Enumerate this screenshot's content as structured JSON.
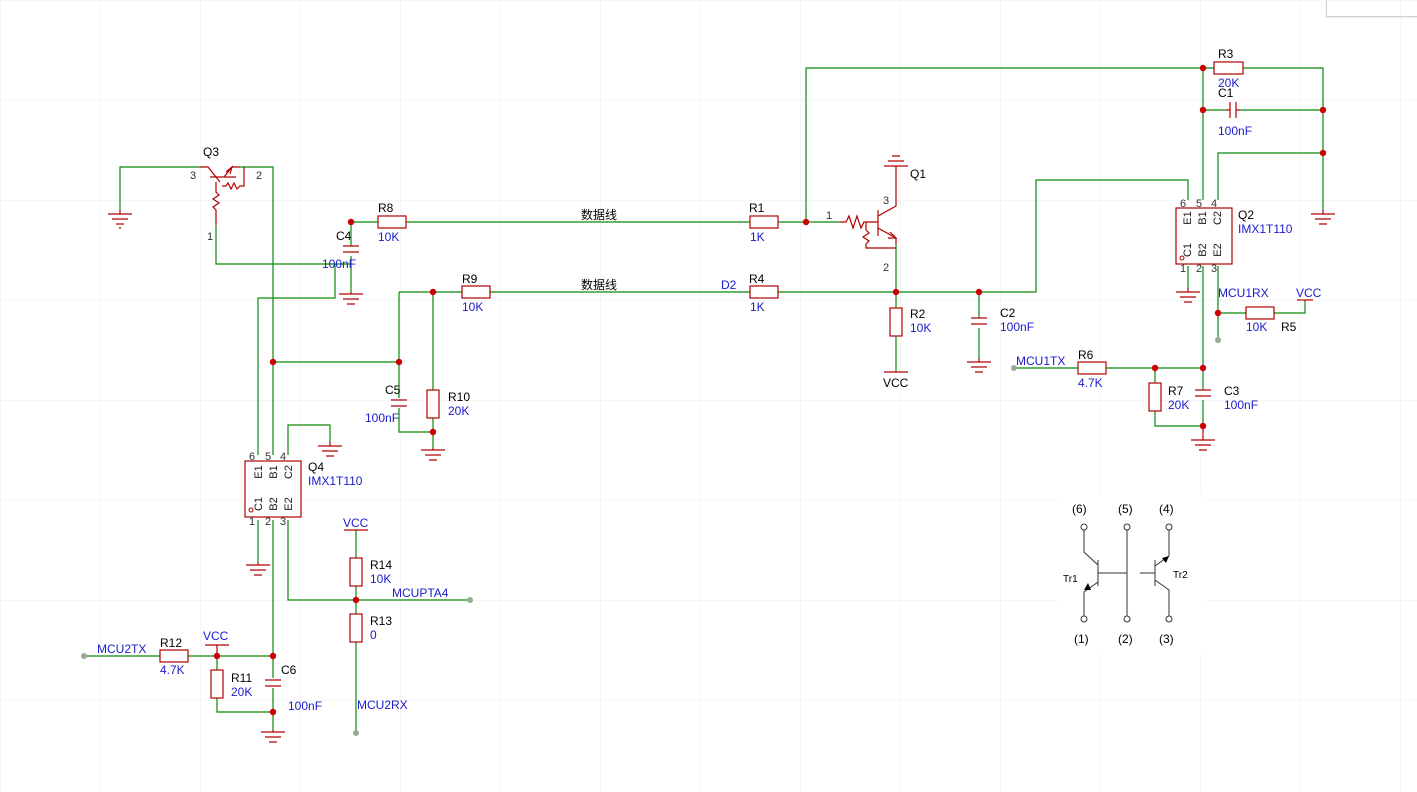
{
  "components": {
    "Q1": {
      "ref": "Q1",
      "pins": [
        "1",
        "2",
        "3"
      ]
    },
    "Q2": {
      "ref": "Q2",
      "value": "IMX1T110",
      "pins": [
        "1",
        "2",
        "3",
        "4",
        "5",
        "6"
      ],
      "pinNames": [
        "C1",
        "B2",
        "E2",
        "C2",
        "B1",
        "E1"
      ]
    },
    "Q3": {
      "ref": "Q3",
      "pins": [
        "1",
        "2",
        "3"
      ]
    },
    "Q4": {
      "ref": "Q4",
      "value": "IMX1T110",
      "pins": [
        "1",
        "2",
        "3",
        "4",
        "5",
        "6"
      ],
      "pinNames": [
        "C1",
        "B2",
        "E2",
        "C2",
        "B1",
        "E1"
      ]
    },
    "R1": {
      "ref": "R1",
      "value": "1K"
    },
    "R2": {
      "ref": "R2",
      "value": "10K"
    },
    "R3": {
      "ref": "R3",
      "value": "20K"
    },
    "R4": {
      "ref": "R4",
      "value": "1K"
    },
    "R5": {
      "ref": "R5",
      "value": "10K"
    },
    "R6": {
      "ref": "R6",
      "value": "4.7K"
    },
    "R7": {
      "ref": "R7",
      "value": "20K"
    },
    "R8": {
      "ref": "R8",
      "value": "10K"
    },
    "R9": {
      "ref": "R9",
      "value": "10K"
    },
    "R10": {
      "ref": "R10",
      "value": "20K"
    },
    "R11": {
      "ref": "R11",
      "value": "20K"
    },
    "R12": {
      "ref": "R12",
      "value": "4.7K"
    },
    "R13": {
      "ref": "R13",
      "value": "0"
    },
    "R14": {
      "ref": "R14",
      "value": "10K"
    },
    "C1": {
      "ref": "C1",
      "value": "100nF"
    },
    "C2": {
      "ref": "C2",
      "value": "100nF"
    },
    "C3": {
      "ref": "C3",
      "value": "100nF"
    },
    "C4": {
      "ref": "C4",
      "value": "100nF"
    },
    "C5": {
      "ref": "C5",
      "value": "100nF"
    },
    "C6": {
      "ref": "C6",
      "value": "100nF"
    }
  },
  "nets": {
    "vcc": "VCC",
    "mcu1tx": "MCU1TX",
    "mcu1rx": "MCU1RX",
    "mcu2tx": "MCU2TX",
    "mcu2rx": "MCU2RX",
    "mcupta4": "MCUPTA4",
    "d2": "D2",
    "data_line": "数据线"
  },
  "pinout": {
    "top_pins": [
      "(6)",
      "(5)",
      "(4)"
    ],
    "bottom_pins": [
      "(1)",
      "(2)",
      "(3)"
    ],
    "tr1": "Tr1",
    "tr2": "Tr2"
  },
  "colors": {
    "wire": "#0a8a0a",
    "component": "#b00000",
    "label": "#1a1acc",
    "junction": "#cc0000"
  }
}
